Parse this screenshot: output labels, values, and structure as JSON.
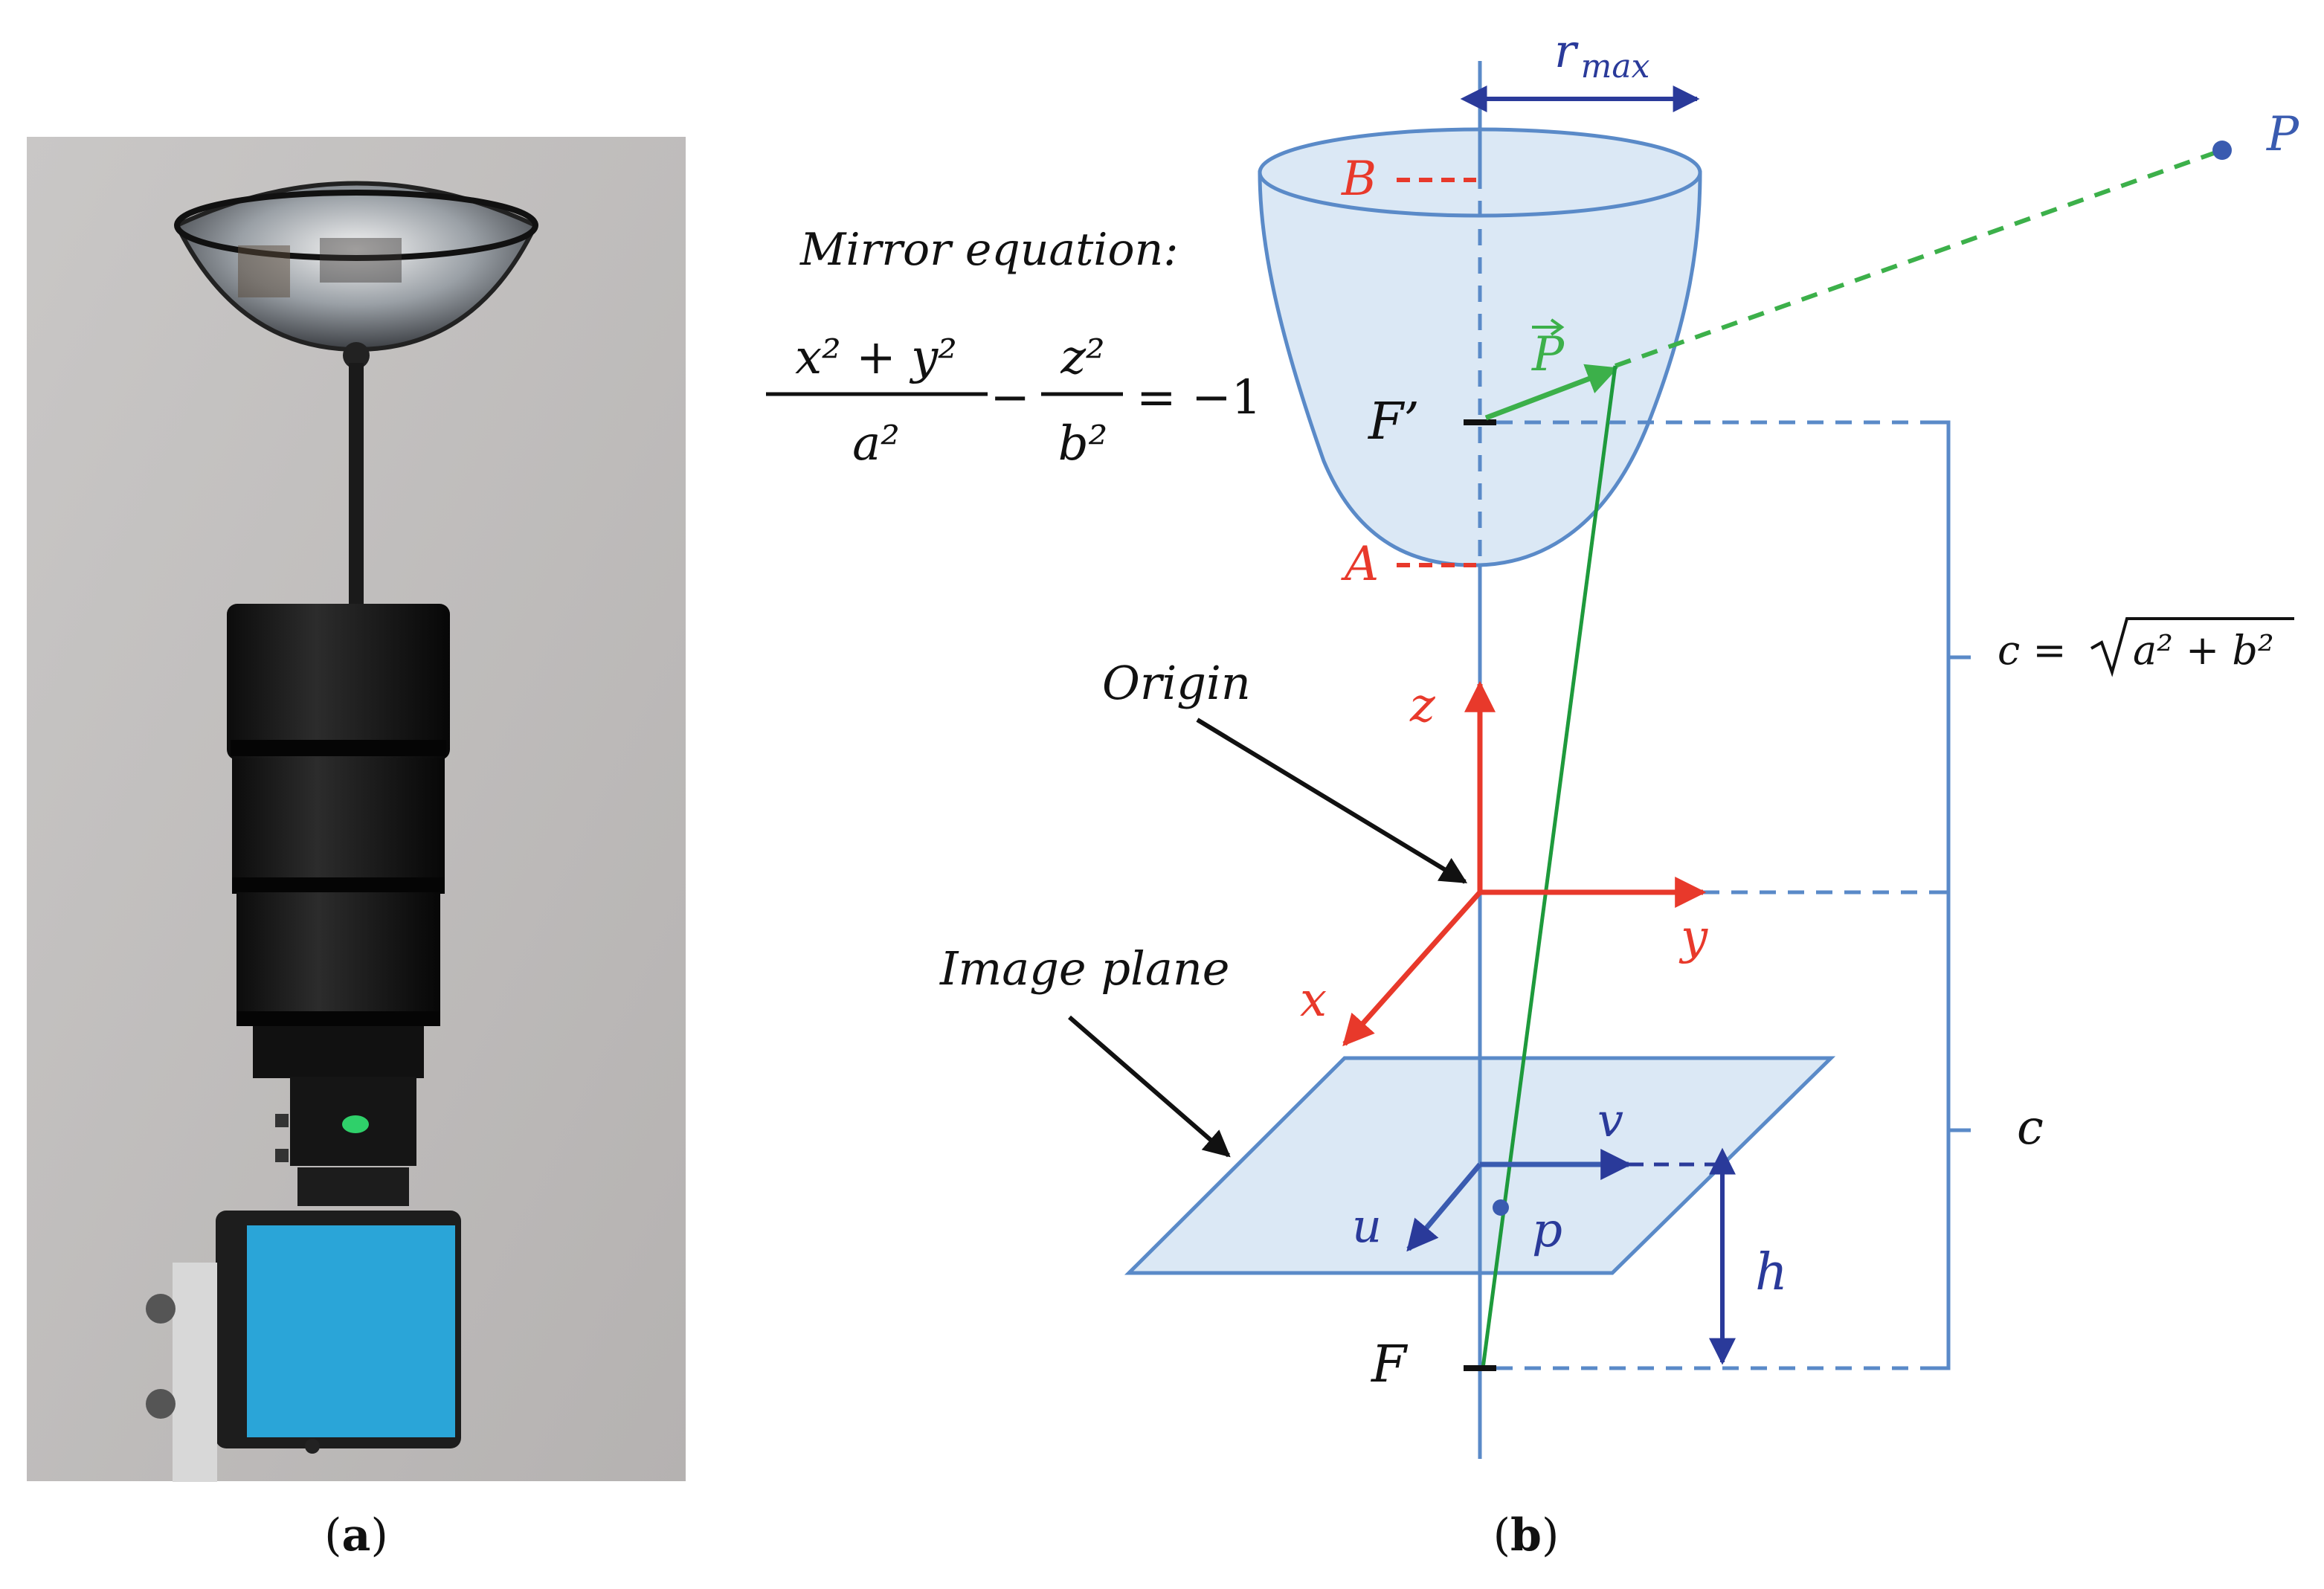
{
  "panels": {
    "a": {
      "label": "a"
    },
    "b": {
      "label": "b"
    }
  },
  "diagram": {
    "mirror_equation_title": "Mirror equation:",
    "equation": {
      "lhs_num": "x² + y²",
      "lhs_den": "a²",
      "rhs_num": "z²",
      "rhs_den": "b²",
      "minus": "−",
      "equals": "= −1"
    },
    "labels": {
      "r": "r",
      "r_sub": "max",
      "P": "P",
      "B": "B",
      "A": "A",
      "F_prime": "F’",
      "F": "F",
      "P_vec": "P",
      "origin": "Origin",
      "image_plane": "Image plane",
      "z": "z",
      "y": "y",
      "x": "x",
      "u": "u",
      "v": "v",
      "p": "p",
      "h": "h",
      "c_top": "c = ",
      "c_top_sqrt": "a² + b²",
      "c_bottom": "c"
    },
    "colors": {
      "axis_blue": "#5a8ac8",
      "mirror_fill": "#dbe8f5",
      "dark_blue": "#2a3a9a",
      "red": "#e8392b",
      "green": "#3cb04a",
      "dark_green": "#1e9a3c",
      "black": "#111111"
    }
  }
}
